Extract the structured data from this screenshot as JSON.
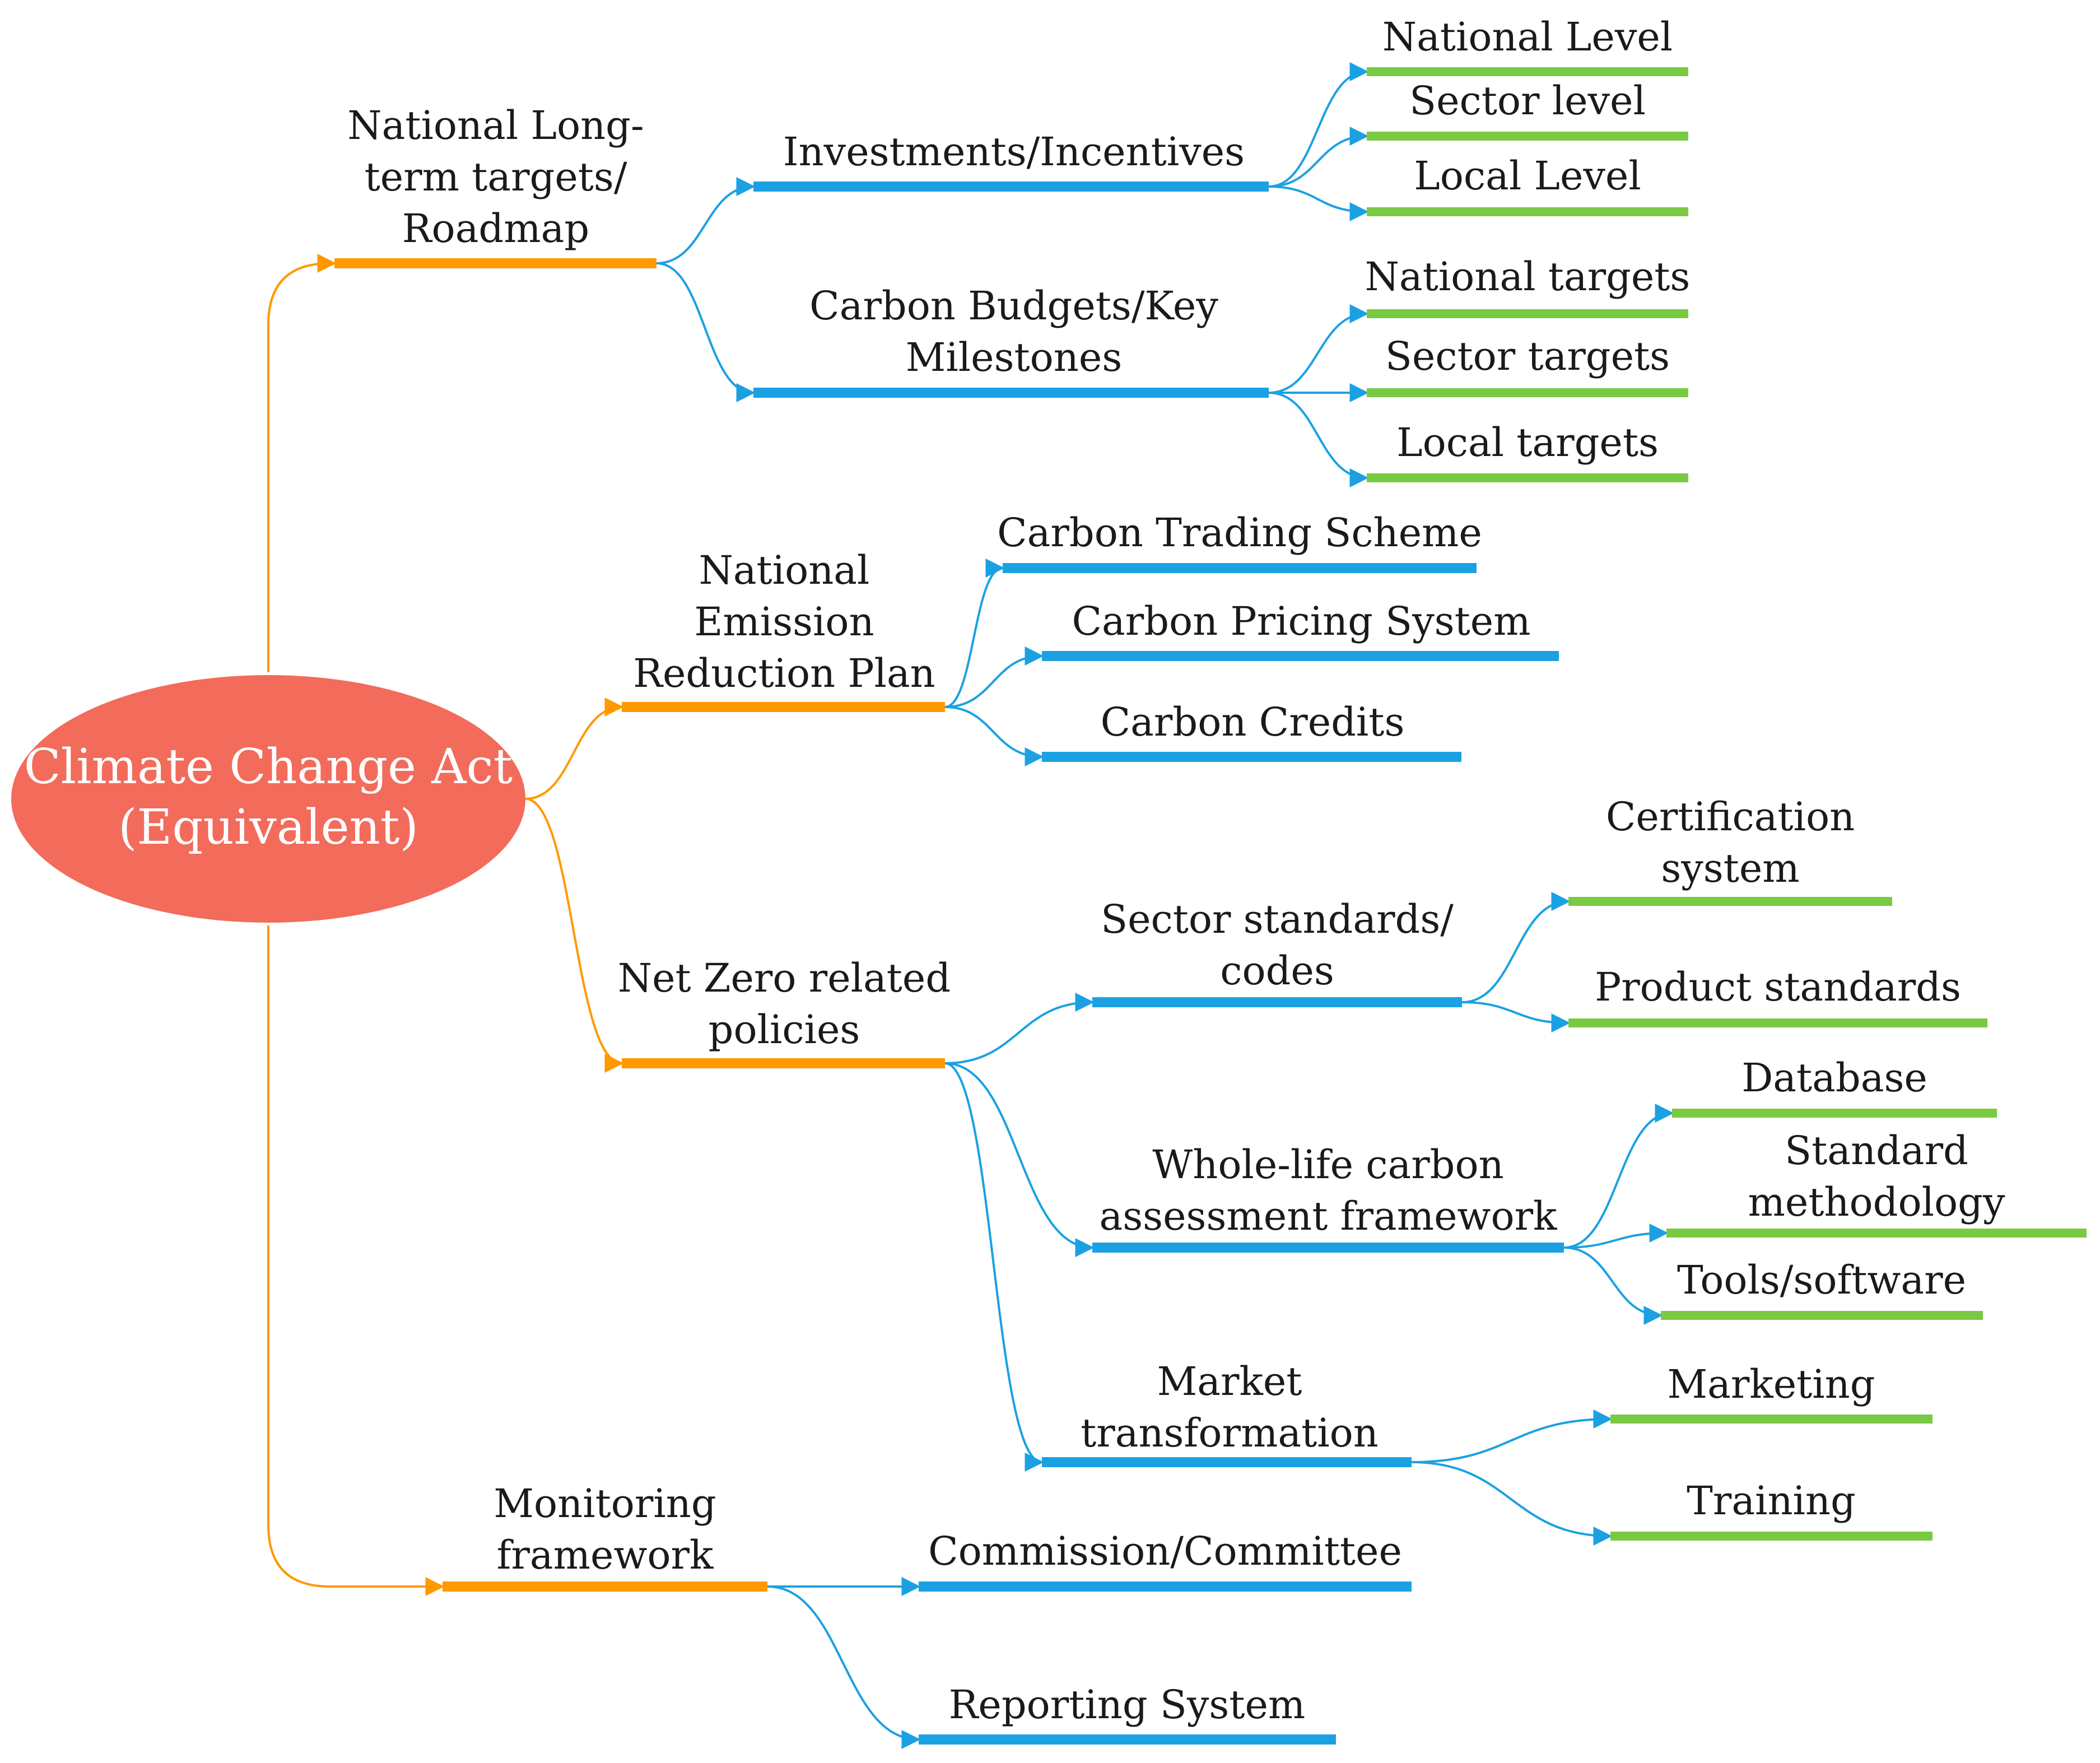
{
  "colors": {
    "root_fill": "#F26B5B",
    "root_text": "#FFFFFF",
    "level1": "#FF9900",
    "level2": "#1BA1E2",
    "level3": "#7AC943",
    "text": "#1a1a1a"
  },
  "root": {
    "label": [
      "Climate Change Act",
      "(Equivalent)"
    ]
  },
  "branches": {
    "roadmap": {
      "label": [
        "National Long-",
        "term targets/",
        "Roadmap"
      ]
    },
    "investments": {
      "label": [
        "Investments/Incentives"
      ]
    },
    "national_level": {
      "label": [
        "National Level"
      ]
    },
    "sector_level": {
      "label": [
        "Sector level"
      ]
    },
    "local_level": {
      "label": [
        "Local Level"
      ]
    },
    "carbon_budgets": {
      "label": [
        "Carbon Budgets/Key",
        "Milestones"
      ]
    },
    "national_targets": {
      "label": [
        "National targets"
      ]
    },
    "sector_targets": {
      "label": [
        "Sector targets"
      ]
    },
    "local_targets": {
      "label": [
        "Local targets"
      ]
    },
    "emission_plan": {
      "label": [
        "National",
        "Emission",
        "Reduction Plan"
      ]
    },
    "trading_scheme": {
      "label": [
        "Carbon Trading Scheme"
      ]
    },
    "pricing_system": {
      "label": [
        "Carbon Pricing System"
      ]
    },
    "carbon_credits": {
      "label": [
        "Carbon Credits"
      ]
    },
    "net_zero": {
      "label": [
        "Net Zero related",
        "policies"
      ]
    },
    "sector_standards": {
      "label": [
        "Sector standards/",
        "codes"
      ]
    },
    "certification": {
      "label": [
        "Certification",
        "system"
      ]
    },
    "product_standards": {
      "label": [
        "Product standards"
      ]
    },
    "whole_life": {
      "label": [
        "Whole-life carbon",
        "assessment framework"
      ]
    },
    "database": {
      "label": [
        "Database"
      ]
    },
    "standard_methodology": {
      "label": [
        "Standard",
        "methodology"
      ]
    },
    "tools_software": {
      "label": [
        "Tools/software"
      ]
    },
    "market_transformation": {
      "label": [
        "Market",
        "transformation"
      ]
    },
    "marketing": {
      "label": [
        "Marketing"
      ]
    },
    "training": {
      "label": [
        "Training"
      ]
    },
    "monitoring": {
      "label": [
        "Monitoring",
        "framework"
      ]
    },
    "commission": {
      "label": [
        "Commission/Committee"
      ]
    },
    "reporting": {
      "label": [
        "Reporting System"
      ]
    }
  }
}
